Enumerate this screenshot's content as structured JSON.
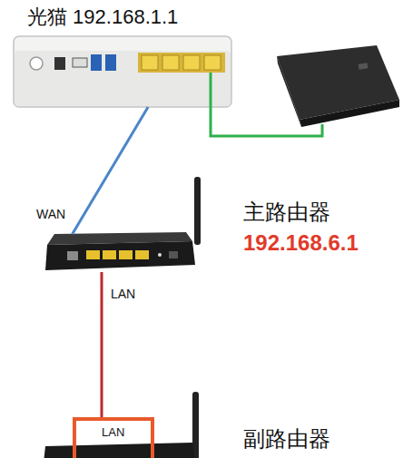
{
  "diagram": {
    "nodes": [
      {
        "text": [
          "光猫 192.168.1.1"
        ]
      },
      {
        "text": [
          "主路由器",
          "192.168.6.1"
        ]
      },
      {
        "text": [
          "副路由器"
        ]
      },
      {
        "text": [
          "LAN"
        ],
        "in": 2
      }
    ],
    "edges": [
      {
        "from": 0,
        "to": 1,
        "arrow": "none"
      },
      {
        "from": 1,
        "to": 3,
        "arrow": "none"
      }
    ],
    "labels": [
      "WAN",
      "LAN"
    ]
  }
}
